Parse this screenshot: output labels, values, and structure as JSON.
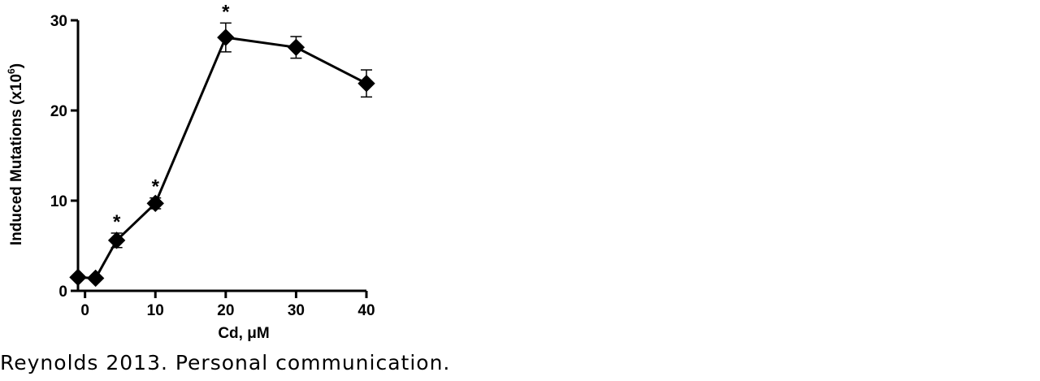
{
  "chart_data": {
    "type": "line",
    "xlabel": "Cd, μM",
    "ylabel_main": "Induced Mutations (x10",
    "ylabel_sup": "6",
    "ylabel_end": ")",
    "xlim": [
      -1,
      40
    ],
    "ylim": [
      0,
      30
    ],
    "x_ticks": [
      0,
      10,
      20,
      30,
      40
    ],
    "y_ticks": [
      0,
      10,
      20,
      30
    ],
    "grid": false,
    "marker": "diamond",
    "color": "#000000",
    "series": [
      {
        "points": [
          {
            "x": -1,
            "y": 1.5,
            "err": 0
          },
          {
            "x": 1.5,
            "y": 1.4,
            "err": 0
          },
          {
            "x": 4.5,
            "y": 5.6,
            "err": 0.8,
            "sig": "*"
          },
          {
            "x": 10,
            "y": 9.7,
            "err": 0.6,
            "sig": "*"
          },
          {
            "x": 20,
            "y": 28.1,
            "err": 1.6,
            "sig": "*"
          },
          {
            "x": 30,
            "y": 27.0,
            "err": 1.2
          },
          {
            "x": 40,
            "y": 23.0,
            "err": 1.5
          }
        ]
      }
    ]
  },
  "caption": "Reynolds 2013. Personal communication."
}
